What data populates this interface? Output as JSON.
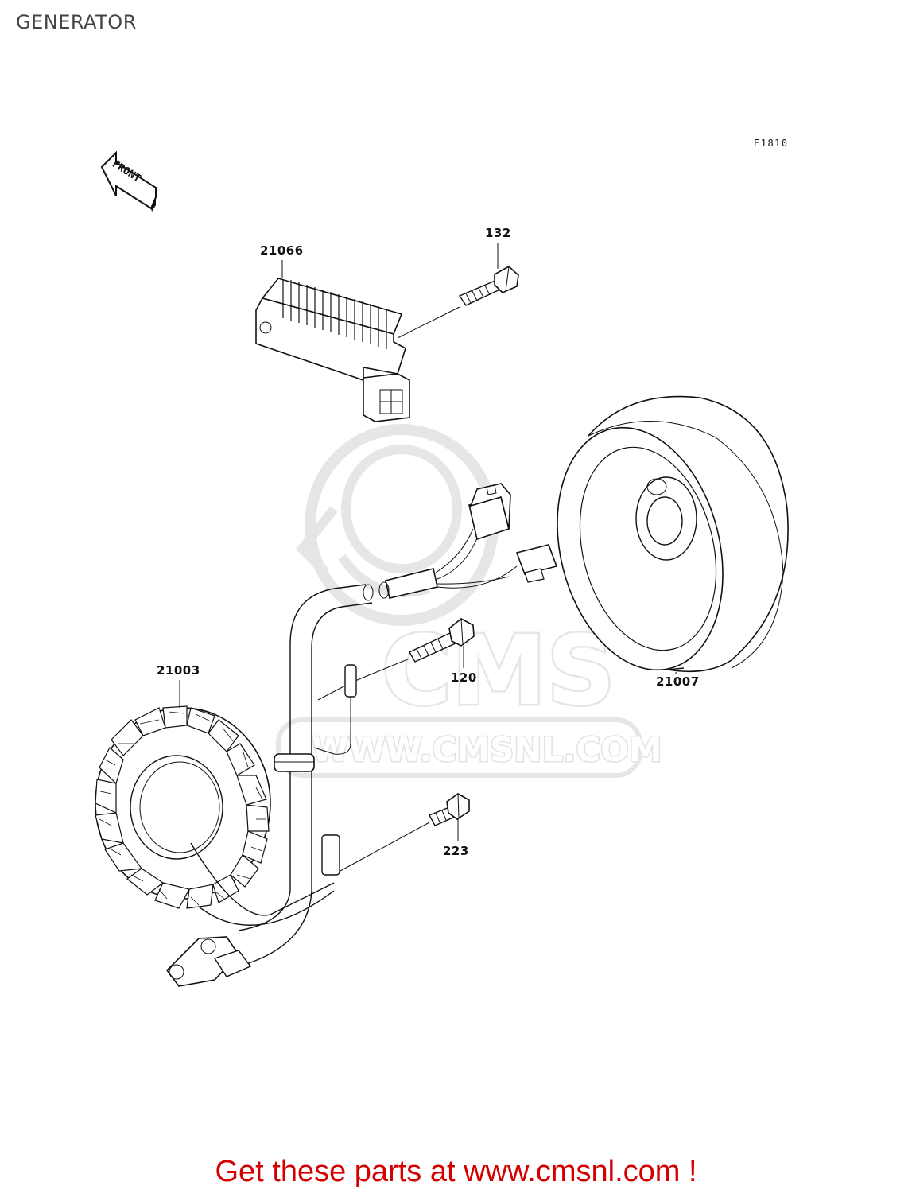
{
  "page": {
    "title": "GENERATOR"
  },
  "diagram": {
    "code": "E1810",
    "direction_label": "FRONT",
    "parts": [
      {
        "number": "21066",
        "name": "regulator"
      },
      {
        "number": "132",
        "name": "bolt"
      },
      {
        "number": "21007",
        "name": "rotor"
      },
      {
        "number": "120",
        "name": "bolt"
      },
      {
        "number": "21003",
        "name": "stator"
      },
      {
        "number": "223",
        "name": "bolt"
      }
    ]
  },
  "watermark": {
    "text": "WWW.CMSNL.COM",
    "brand": "CMS"
  },
  "footer": {
    "text": "Get these parts at www.cmsnl.com !"
  },
  "colors": {
    "footer": "#d40000",
    "line": "#111111",
    "watermark": "#e3e3e3"
  }
}
